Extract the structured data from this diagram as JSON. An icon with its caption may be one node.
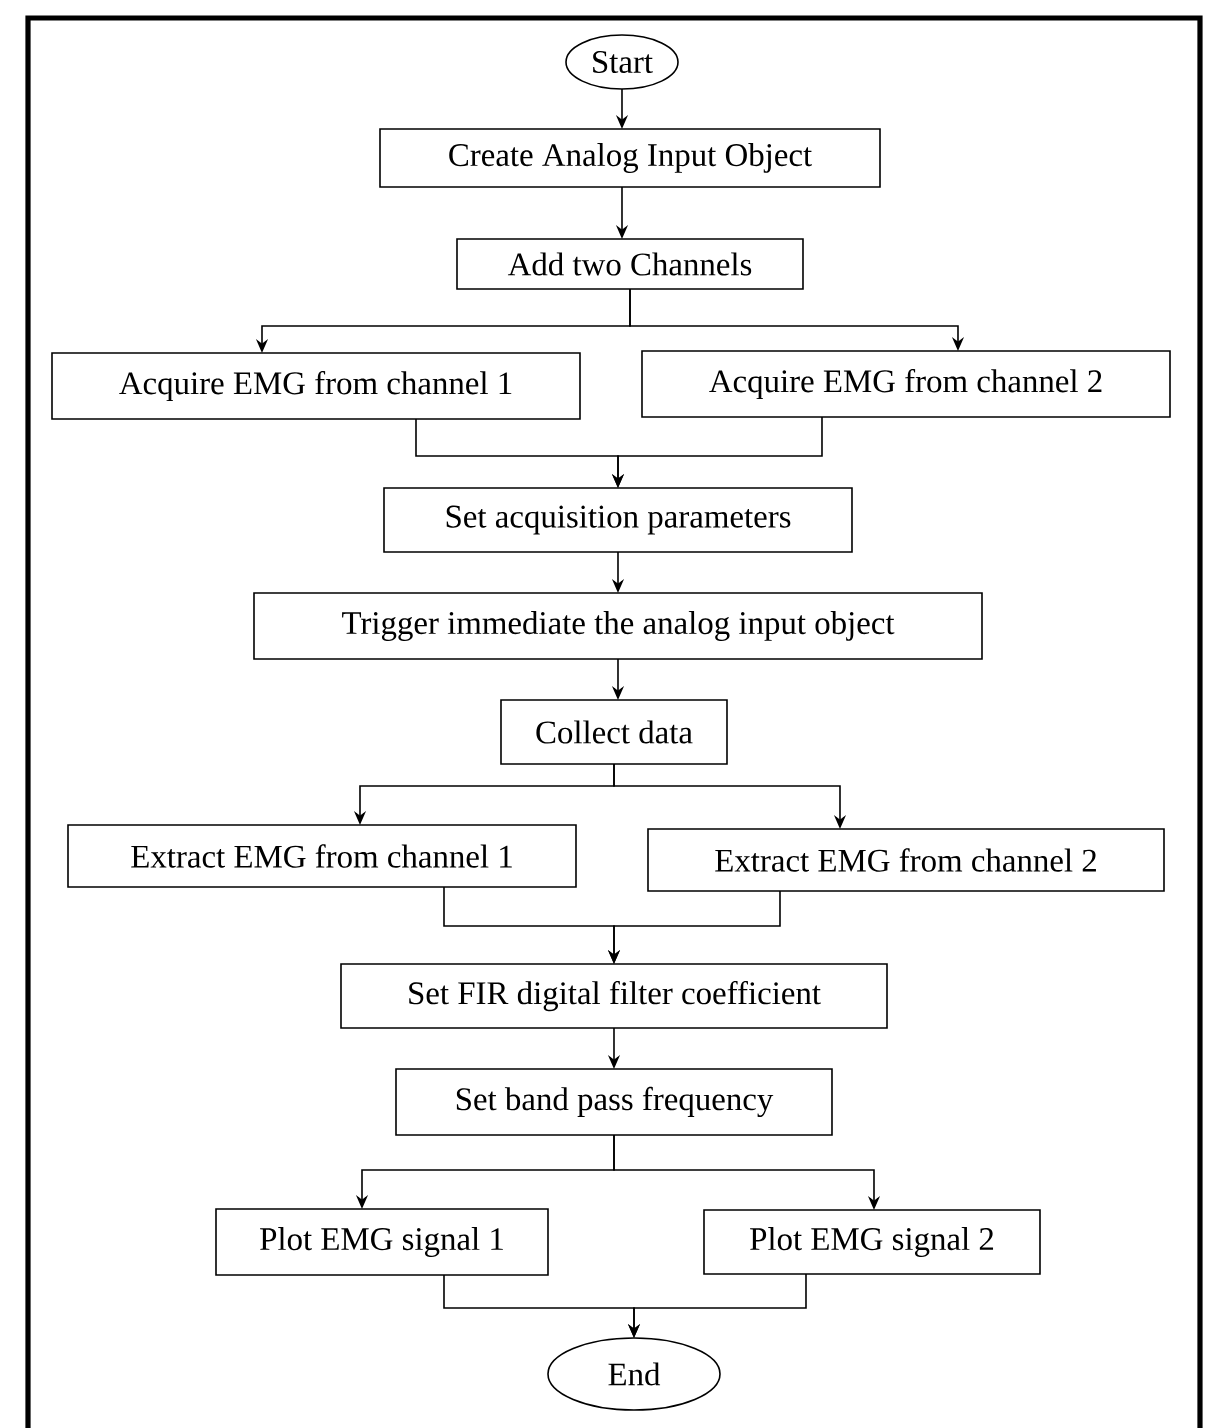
{
  "diagram": {
    "nodes": [
      {
        "text": [
          "Start"
        ]
      },
      {
        "text": [
          "Create Analog Input Object"
        ]
      },
      {
        "text": [
          "Add two Channels"
        ]
      },
      {
        "text": [
          "Acquire EMG from channel 1"
        ]
      },
      {
        "text": [
          "Acquire EMG from channel 2"
        ]
      },
      {
        "text": [
          "Set acquisition parameters"
        ]
      },
      {
        "text": [
          "Trigger immediate the analog input object"
        ]
      },
      {
        "text": [
          "Collect data"
        ]
      },
      {
        "text": [
          "Extract EMG from channel 1"
        ]
      },
      {
        "text": [
          "Extract EMG from channel 2"
        ]
      },
      {
        "text": [
          "Set FIR digital filter coefficient"
        ]
      },
      {
        "text": [
          "Set band pass frequency"
        ]
      },
      {
        "text": [
          "Plot EMG signal 1"
        ]
      },
      {
        "text": [
          "Plot EMG signal 2"
        ]
      },
      {
        "text": [
          "End"
        ]
      }
    ],
    "edges": [
      {
        "from": 0,
        "to": 1,
        "arrow": "to"
      },
      {
        "from": 1,
        "to": 2,
        "arrow": "to"
      },
      {
        "from": 2,
        "to": 3,
        "arrow": "to"
      },
      {
        "from": 2,
        "to": 4,
        "arrow": "to"
      },
      {
        "from": 3,
        "to": 5,
        "arrow": "to"
      },
      {
        "from": 4,
        "to": 5,
        "arrow": "to"
      },
      {
        "from": 5,
        "to": 6,
        "arrow": "to"
      },
      {
        "from": 6,
        "to": 7,
        "arrow": "to"
      },
      {
        "from": 7,
        "to": 8,
        "arrow": "to"
      },
      {
        "from": 7,
        "to": 9,
        "arrow": "to"
      },
      {
        "from": 8,
        "to": 10,
        "arrow": "to"
      },
      {
        "from": 9,
        "to": 10,
        "arrow": "to"
      },
      {
        "from": 10,
        "to": 11,
        "arrow": "to"
      },
      {
        "from": 11,
        "to": 12,
        "arrow": "to"
      },
      {
        "from": 11,
        "to": 13,
        "arrow": "to"
      },
      {
        "from": 12,
        "to": 14,
        "arrow": "to"
      },
      {
        "from": 13,
        "to": 14,
        "arrow": "to"
      }
    ]
  }
}
